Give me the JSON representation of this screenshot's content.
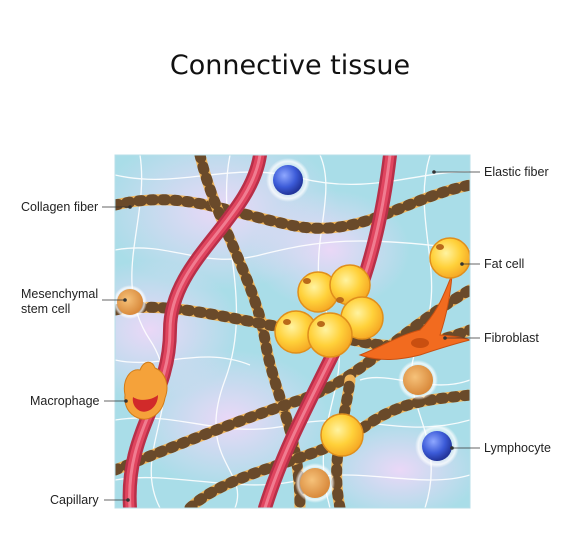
{
  "title": "Connective tissue",
  "labels": {
    "collagen_fiber": "Collagen fiber",
    "mesenchymal_line1": "Mesenchymal",
    "mesenchymal_line2": "stem cell",
    "macrophage": "Macrophage",
    "capillary": "Capillary",
    "elastic_fiber": "Elastic fiber",
    "fat_cell": "Fat cell",
    "fibroblast": "Fibroblast",
    "lymphocyte": "Lymphocyte"
  },
  "colors": {
    "background_blue": "#a9dde8",
    "background_purple": "#e9d6f5",
    "collagen": "#f0b55a",
    "collagen_band": "#6a4a2a",
    "capillary": "#e0455f",
    "fat_cell": "#ffd438",
    "fibroblast": "#f26b1f",
    "lymphocyte": "#3f5fd6",
    "macrophage": "#f5a23a"
  }
}
